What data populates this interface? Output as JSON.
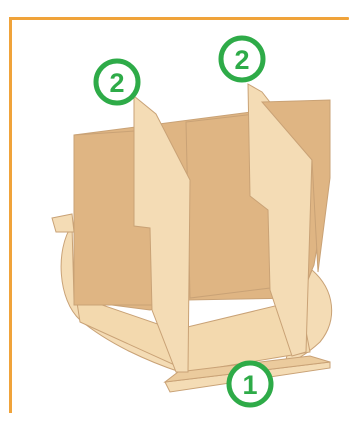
{
  "colors": {
    "frame": "#F0A33A",
    "cardboard_light": "#F4DCB5",
    "cardboard_mid": "#E9C89A",
    "cardboard_dark": "#E2BB85",
    "panel_brown": "#DFB583",
    "outline": "#C9A276",
    "badge_green": "#2EAB48",
    "badge_fill": "#FFFFFF"
  },
  "icons": [
    "numbered-callout-badge"
  ],
  "callouts": [
    {
      "label": "1",
      "target": "base-tray"
    },
    {
      "label": "2",
      "target": "left-divider"
    },
    {
      "label": "2",
      "target": "right-divider"
    }
  ]
}
